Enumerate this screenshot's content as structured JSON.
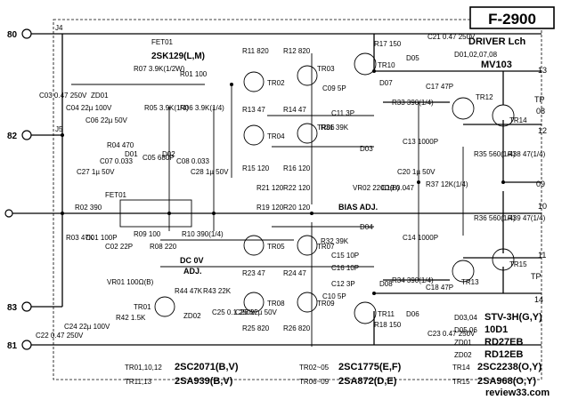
{
  "title": {
    "model": "F-2900",
    "section": "DRIVER Lch"
  },
  "diode_note": {
    "top_list": "D01,02,07,08",
    "top_part": "MV103",
    "bottom_parts": [
      {
        "refs": "D03,04",
        "part": "STV-3H(G,Y)"
      },
      {
        "refs": "D05,06",
        "part": "10D1"
      },
      {
        "refs": "ZD01",
        "part": "RD27EB"
      },
      {
        "refs": "ZD02",
        "part": "RD12EB"
      }
    ]
  },
  "transistor_table": [
    {
      "refs": "TR01,10,12",
      "part": "2SC2071(B,V)"
    },
    {
      "refs": "TR11,13",
      "part": "2SA939(B,V)"
    },
    {
      "refs": "TR02~05",
      "part": "2SC1775(E,F)"
    },
    {
      "refs": "TR06~09",
      "part": "2SA872(D,E)"
    },
    {
      "refs": "TR14",
      "part": "2SC2238(O,Y)"
    },
    {
      "refs": "TR15",
      "part": "2SA968(O,Y)"
    }
  ],
  "terminals": {
    "left": [
      "80",
      "82",
      "83",
      "81"
    ],
    "right": [
      "13",
      "12",
      "11",
      "10",
      "09",
      "08",
      "14"
    ],
    "right_tp": [
      "TP",
      "TP"
    ],
    "pins_top": [
      "J4",
      "J5"
    ]
  },
  "components": {
    "fet01": "FET01",
    "fet01_part": "2SK129(L,M)",
    "fet01_b": "FET01",
    "r01": "R01 100",
    "r02": "R02 390",
    "r03": "R03 47K",
    "c01": "C01 100P",
    "c02": "C02 22P",
    "r04": "R04 470",
    "c05": "C05 680P",
    "c07": "C07 0.033",
    "c08": "C08 0.033",
    "r05": "R05 3.9K(1/4)",
    "r06": "R06 3.9K(1/4)",
    "r07": "R07 3.9K(1/2W)",
    "c03": "C03 0.47 250V",
    "c04": "C04 22µ 100V",
    "c06": "C06 22µ 50V",
    "vr01": "VR01 100Ω(B)",
    "dc_adj_line1": "DC 0V",
    "dc_adj_line2": "ADJ.",
    "r08": "R08 220",
    "r09": "R09 100",
    "r10": "R10 390(1/4)",
    "r11": "R11 820",
    "r12": "R12 820",
    "r13": "R13 47",
    "r14": "R14 47",
    "r15": "R15 120",
    "r16": "R16 120",
    "r17": "R17 150",
    "r18": "R18 150",
    "r19": "R19 120",
    "r20": "R20 120",
    "r21": "R21 120",
    "r22": "R22 120",
    "r23": "R23 47",
    "r24": "R24 47",
    "r25": "R25 820",
    "r26": "R26 820",
    "r31": "R31 39K",
    "r32": "R32 39K",
    "r33": "R33 390(1/4)",
    "r34": "R34 390(1/4)",
    "r35": "R35 560(1/4)",
    "r36": "R36 560(1/4)",
    "r37": "R37 12K(1/4)",
    "r38": "R38 47(1/4)",
    "r39": "R39 47(1/4)",
    "r42": "R42 1.5K",
    "r43": "R43 22K",
    "r44": "R44 47K",
    "c09": "C09 5P",
    "c10": "C10 5P",
    "c11": "C11 3P",
    "c12": "C12 3P",
    "c13": "C13 1000P",
    "c14": "C14 1000P",
    "c15": "C15 10P",
    "c16": "C16 10P",
    "c17": "C17 47P",
    "c18": "C18 47P",
    "c19": "C19 0.047",
    "c20": "C20 1µ 50V",
    "c21": "C21 0.47 250V",
    "c22": "C22 0.47 250V",
    "c23": "C23 0.47 250V",
    "c24": "C24 22µ 100V",
    "c25": "C25 0.1 250V",
    "c26": "C26 22µ 50V",
    "c27": "C27 1µ 50V",
    "c28": "C28 1µ 50V",
    "vr02": "VR02 220Ω(B)",
    "bias_adj": "BIAS ADJ.",
    "tr01": "TR01",
    "tr02": "TR02",
    "tr03": "TR03",
    "tr04": "TR04",
    "tr05": "TR05",
    "tr06": "TR06",
    "tr07": "TR07",
    "tr08": "TR08",
    "tr09": "TR09",
    "tr10": "TR10",
    "tr11": "TR11",
    "tr12": "TR12",
    "tr13": "TR13",
    "tr14": "TR14",
    "tr15": "TR15",
    "d01": "D01",
    "d02": "D02",
    "d03": "D03",
    "d04": "D04",
    "d05": "D05",
    "d06": "D06",
    "d07": "D07",
    "d08": "D08",
    "zd01": "ZD01",
    "zd02": "ZD02"
  },
  "watermark": "review33.com"
}
